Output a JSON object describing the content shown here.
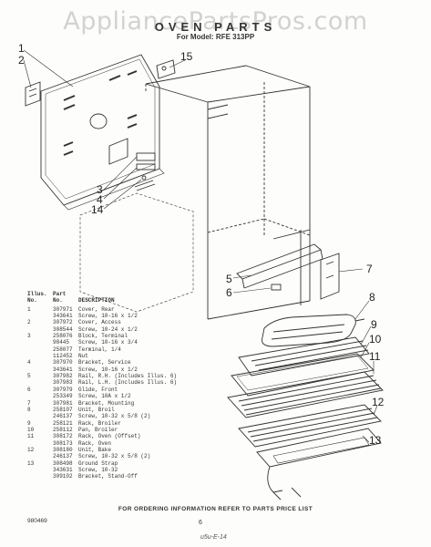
{
  "watermark": "AppliancePartsPros.com",
  "title": "OVEN PARTS",
  "subtitle": "For Model: RFE 313PP",
  "callouts": [
    "1",
    "2",
    "15",
    "3",
    "4",
    "14",
    "5",
    "7",
    "6",
    "8",
    "9",
    "10",
    "11",
    "12",
    "13"
  ],
  "table": {
    "headers": {
      "illus_1": "Illus.",
      "illus_2": "No.",
      "part_1": "Part",
      "part_2": "No.",
      "desc": "DESCRIPTION"
    },
    "rows": [
      {
        "no": "1",
        "part": "307971",
        "desc": "Cover, Rear"
      },
      {
        "no": "",
        "part": "343641",
        "desc": "Screw, 10-16 x 1/2"
      },
      {
        "no": "2",
        "part": "307972",
        "desc": "Cover, Access"
      },
      {
        "no": "",
        "part": "308544",
        "desc": "Screw, 10-24 x 1/2"
      },
      {
        "no": "3",
        "part": "258076",
        "desc": "Block, Terminal"
      },
      {
        "no": "",
        "part": "98445",
        "desc": "Screw, 10-16 x 3/4"
      },
      {
        "no": "",
        "part": "258077",
        "desc": "Terminal, 1/4"
      },
      {
        "no": "",
        "part": "112452",
        "desc": "Nut"
      },
      {
        "no": "4",
        "part": "307970",
        "desc": "Bracket, Service"
      },
      {
        "no": "",
        "part": "343641",
        "desc": "Screw, 10-16 x 1/2"
      },
      {
        "no": "5",
        "part": "307982",
        "desc": "Rail, R.H. (Includes Illus. 6)"
      },
      {
        "no": "",
        "part": "307983",
        "desc": "Rail, L.H. (Includes Illus. 6)"
      },
      {
        "no": "6",
        "part": "307979",
        "desc": "Glide, Front"
      },
      {
        "no": "",
        "part": "253349",
        "desc": "Screw, 10A x 1/2"
      },
      {
        "no": "7",
        "part": "307981",
        "desc": "Bracket, Mounting"
      },
      {
        "no": "8",
        "part": "258107",
        "desc": "Unit, Broil"
      },
      {
        "no": "",
        "part": "246137",
        "desc": "Screw, 10-32 x 5/8 (2)"
      },
      {
        "no": "9",
        "part": "258121",
        "desc": "Rack, Broiler"
      },
      {
        "no": "10",
        "part": "258112",
        "desc": "Pan, Broiler"
      },
      {
        "no": "11",
        "part": "308172",
        "desc": "Rack, Oven (Offset)"
      },
      {
        "no": "",
        "part": "308173",
        "desc": "Rack, Oven"
      },
      {
        "no": "12",
        "part": "308180",
        "desc": "Unit, Bake"
      },
      {
        "no": "",
        "part": "246137",
        "desc": "Screw, 10-32 x 5/8 (2)"
      },
      {
        "no": "13",
        "part": "308498",
        "desc": "Ground Strap"
      },
      {
        "no": "",
        "part": "343631",
        "desc": "Screw, 10-32"
      },
      {
        "no": "",
        "part": "309102",
        "desc": "Bracket, Stand-Off"
      }
    ]
  },
  "footer": "FOR ORDERING INFORMATION REFER TO PARTS PRICE LIST",
  "code": "980469",
  "page_number": "6",
  "scribble": "u5u-E-14"
}
